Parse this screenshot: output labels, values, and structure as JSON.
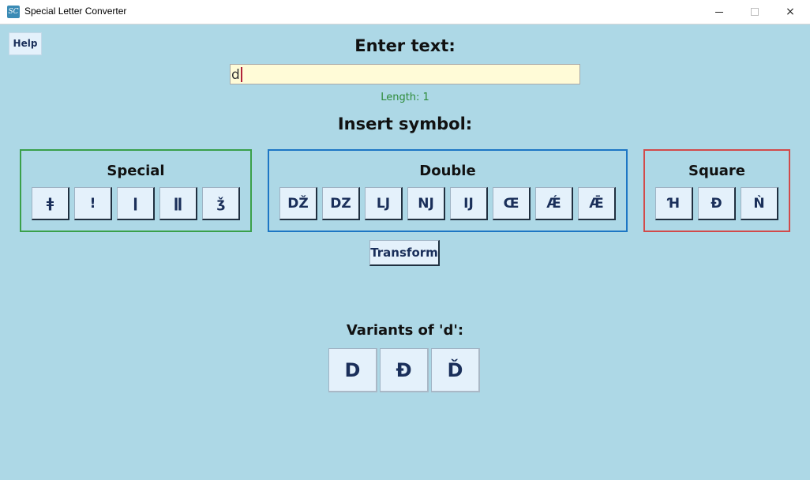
{
  "window": {
    "title": "Special Letter Converter",
    "icon": "sc-app-icon",
    "controls": {
      "minimize": "minimize-icon",
      "maximize": "maximize-icon",
      "close": "×"
    }
  },
  "help_label": "Help",
  "enter_heading": "Enter text:",
  "input": {
    "value": "d"
  },
  "length_label": "Length: 1",
  "insert_heading": "Insert symbol:",
  "groups": {
    "special": {
      "title": "Special",
      "color": "#3aa04a",
      "symbols": [
        "ǂ",
        "!",
        "ǀ",
        "ǁ",
        "ǯ"
      ]
    },
    "double": {
      "title": "Double",
      "color": "#1d76c4",
      "symbols": [
        "DŽ",
        "DZ",
        "LJ",
        "NJ",
        "IJ",
        "Œ",
        "Ǽ",
        "Ǣ"
      ]
    },
    "square": {
      "title": "Square",
      "color": "#d24a4a",
      "symbols": [
        "Ɦ",
        "Ɖ",
        "Ǹ"
      ]
    }
  },
  "transform_label": "Transform",
  "variants_label": "Variants of 'd':",
  "variants": [
    "D",
    "Đ",
    "Ď"
  ],
  "colors": {
    "background": "#add8e6",
    "input_bg": "#fffbd7",
    "button_bg": "#e4f1fb",
    "button_text": "#1a2f5a",
    "length_text": "#2e8b3a"
  }
}
